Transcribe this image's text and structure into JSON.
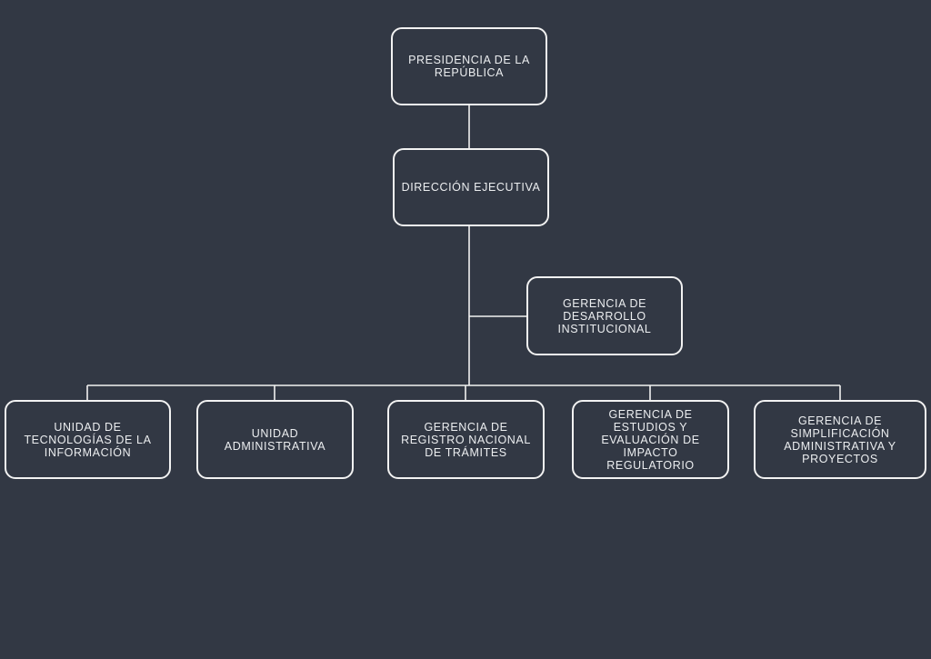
{
  "colors": {
    "background": "#323844",
    "line": "#f2f2f2",
    "text": "#eceef0"
  },
  "org_chart": {
    "top": {
      "presidencia": "PRESIDENCIA DE LA REPÚBLICA",
      "direccion": "DIRECCIÓN EJECUTIVA",
      "staff": "GERENCIA DE DESARROLLO INSTITUCIONAL"
    },
    "units": [
      "UNIDAD DE TECNOLOGÍAS DE LA INFORMACIÓN",
      "UNIDAD ADMINISTRATIVA",
      "GERENCIA DE REGISTRO NACIONAL DE TRÁMITES",
      "GERENCIA DE ESTUDIOS Y EVALUACIÓN DE IMPACTO REGULATORIO",
      "GERENCIA DE SIMPLIFICACIÓN ADMINISTRATIVA Y PROYECTOS"
    ]
  }
}
